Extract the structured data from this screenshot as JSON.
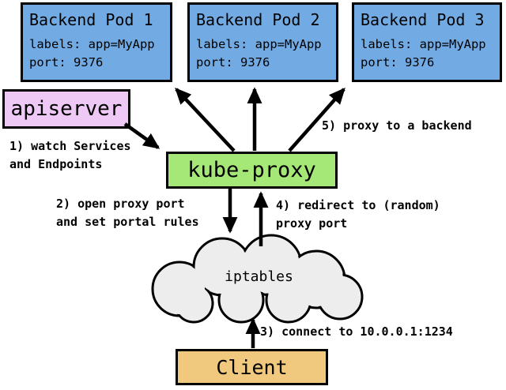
{
  "diagram": {
    "pods": [
      {
        "title": "Backend Pod 1",
        "labels": "labels: app=MyApp",
        "port": "port: 9376"
      },
      {
        "title": "Backend Pod 2",
        "labels": "labels: app=MyApp",
        "port": "port: 9376"
      },
      {
        "title": "Backend Pod 3",
        "labels": "labels: app=MyApp",
        "port": "port: 9376"
      }
    ],
    "apiserver_label": "apiserver",
    "kube_proxy_label": "kube-proxy",
    "iptables_label": "iptables",
    "client_label": "Client",
    "steps": {
      "step1_line1": "1) watch Services",
      "step1_line2": "and Endpoints",
      "step2_line1": "2) open proxy port",
      "step2_line2": "and set portal rules",
      "step3": "3) connect to 10.0.0.1:1234",
      "step4_line1": "4) redirect to (random)",
      "step4_line2": "proxy port",
      "step5": "5) proxy to a backend"
    },
    "colors": {
      "pod_fill": "#72ABE3",
      "apiserver_fill": "#EEC9F5",
      "kube_proxy_fill": "#A6E878",
      "client_fill": "#F0C87E",
      "cloud_fill": "#EDEDED",
      "border": "#000000",
      "arrow": "#000000"
    }
  }
}
